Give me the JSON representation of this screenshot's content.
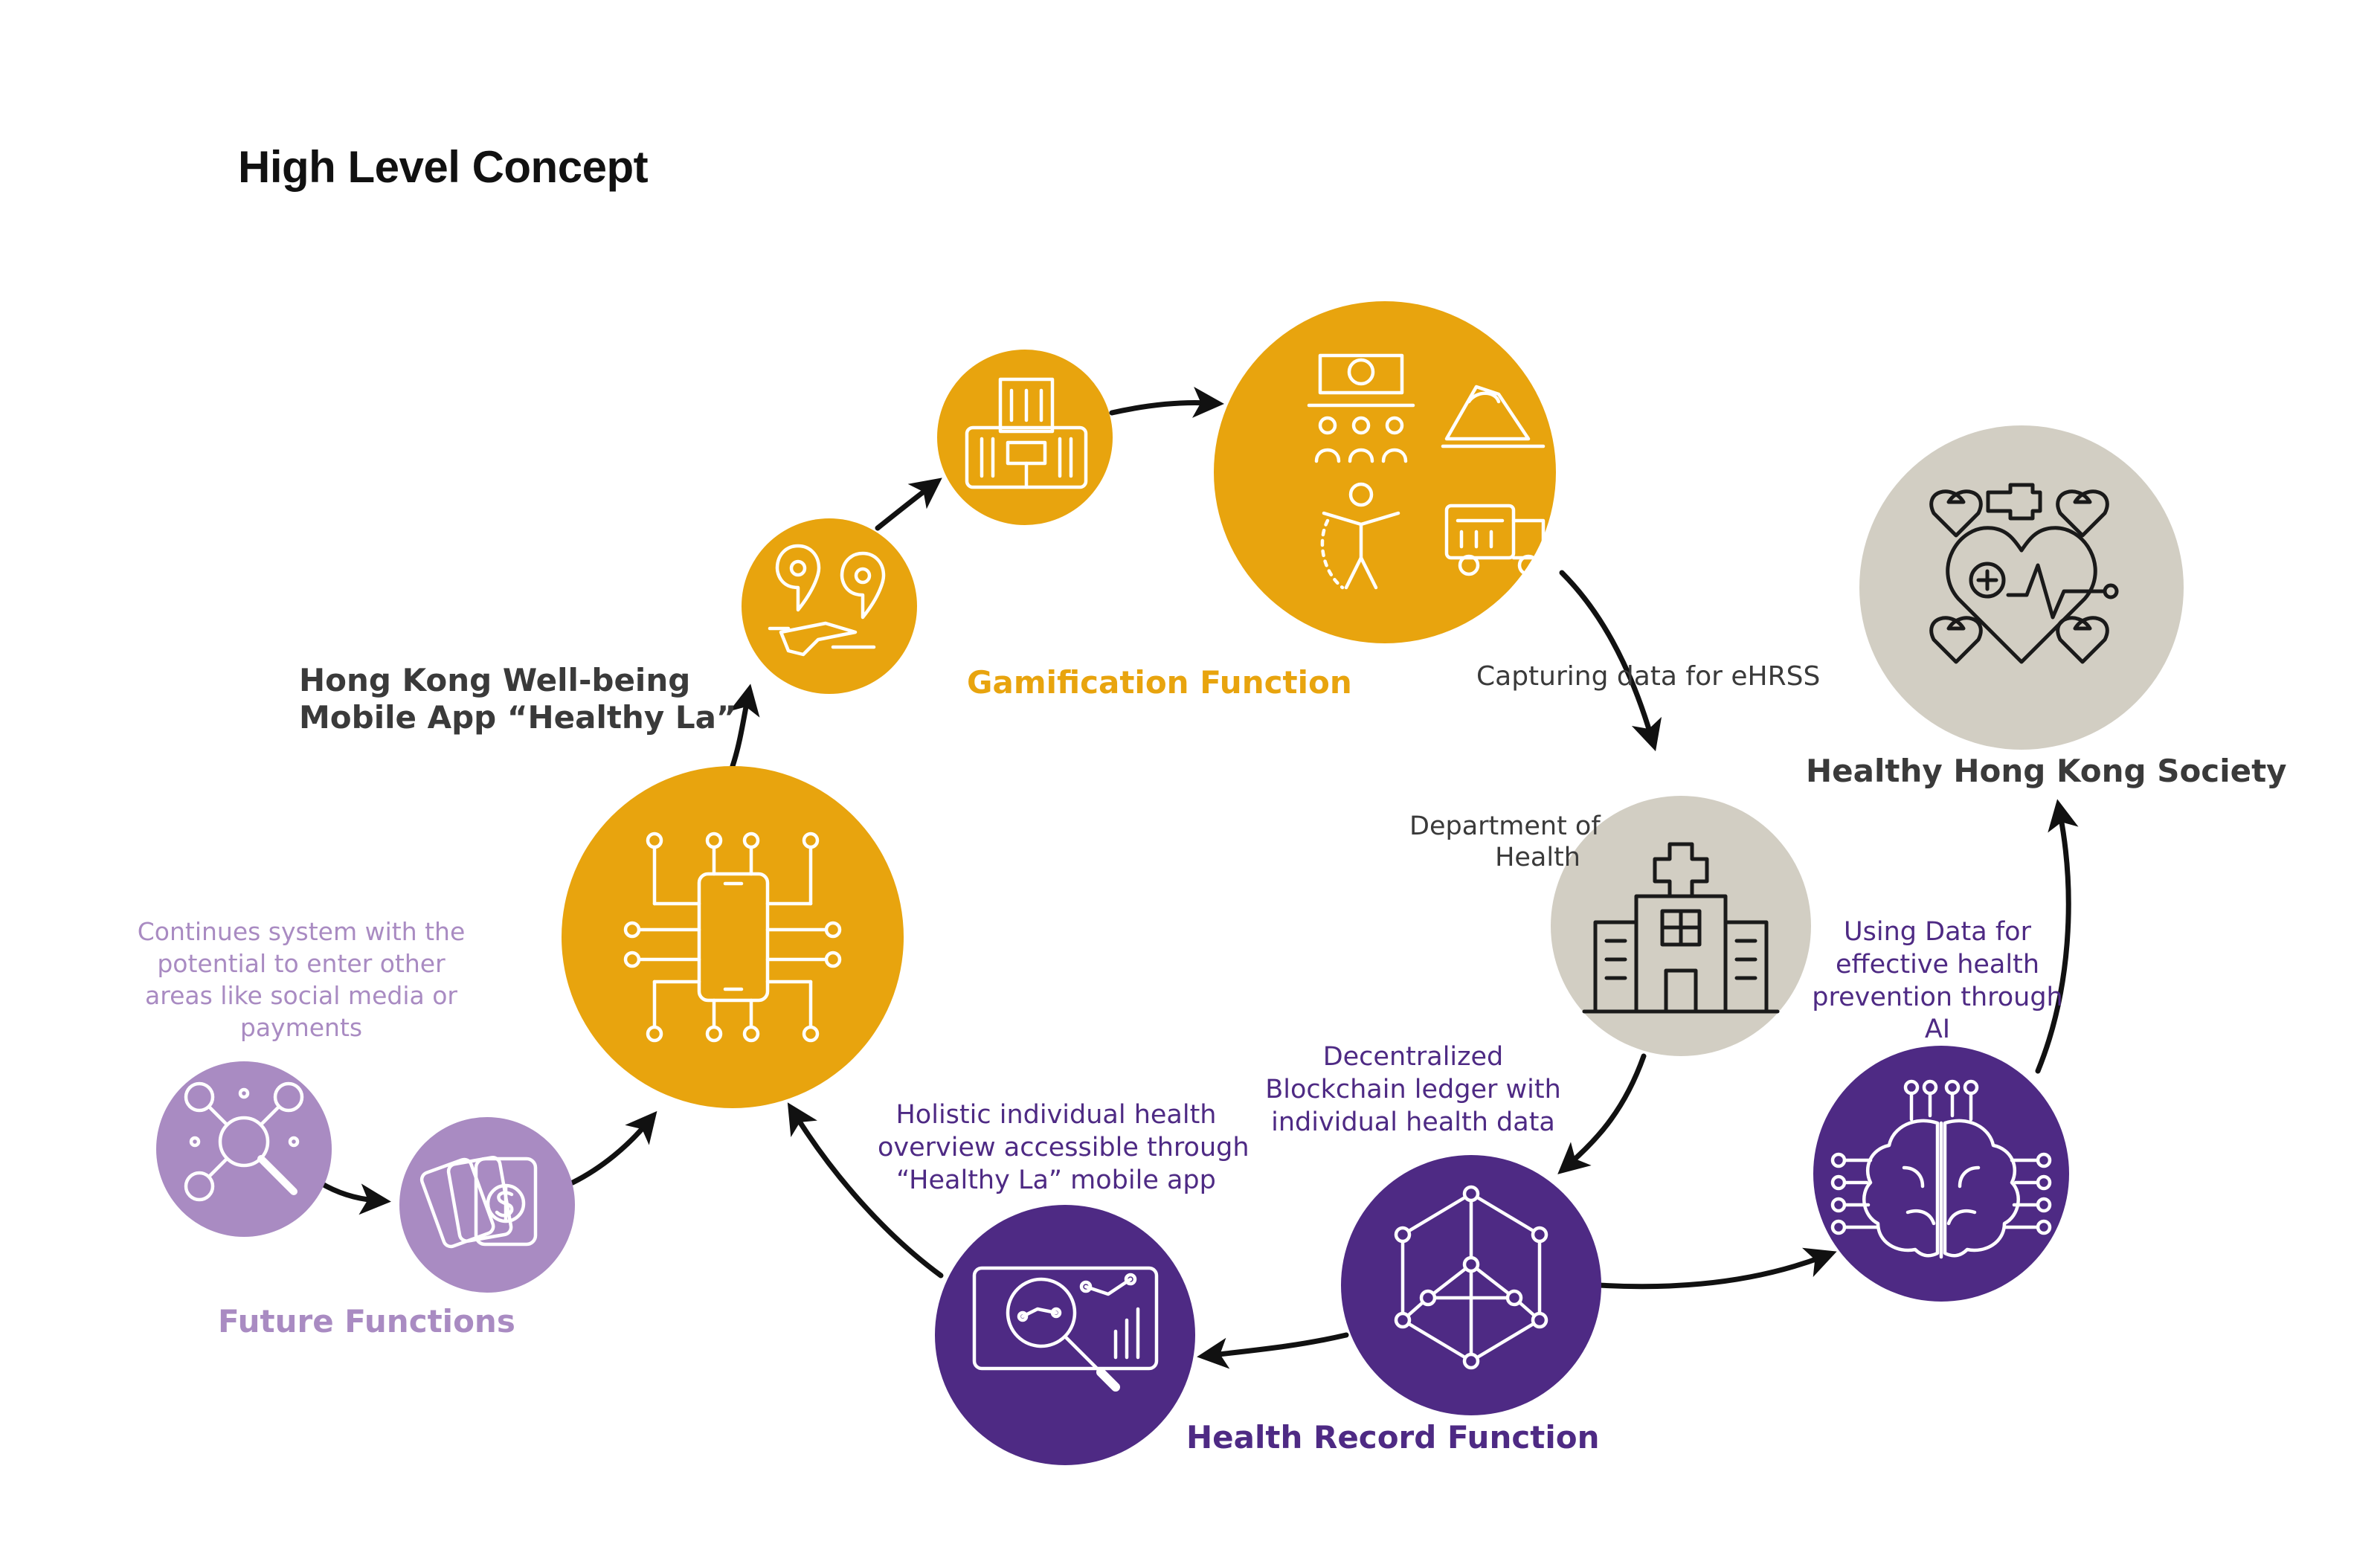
{
  "title": "High Level Concept",
  "colors": {
    "gold": "#E8A40E",
    "purple": "#4E2A84",
    "lilac": "#A98BC2",
    "grey": "#D2CEC3",
    "text_dark": "#3A3A3A",
    "arrow": "#111111"
  },
  "labels": {
    "app_name": [
      "Hong Kong Well-being",
      "Mobile App “Healthy La”"
    ],
    "gamification": "Gamification Function",
    "capturing": "Capturing data for eHRSS",
    "department": [
      "Department of",
      "Health"
    ],
    "healthy_society": "Healthy Hong Kong Society",
    "using_data": [
      "Using Data for",
      "effective health",
      "prevention through",
      "AI"
    ],
    "blockchain": [
      "Decentralized",
      "Blockchain ledger with",
      "individual health data"
    ],
    "holistic": [
      "Holistic individual health",
      "overview accessible through",
      "“Healthy La” mobile app"
    ],
    "health_record": "Health Record Function",
    "continues": [
      "Continues system with the",
      "potential to enter other",
      "areas like social media or",
      "payments"
    ],
    "future": "Future Functions"
  },
  "nodes": [
    {
      "id": "app-hub",
      "icon": "smartphone-circuit-icon"
    },
    {
      "id": "location",
      "icon": "map-pins-icon"
    },
    {
      "id": "building",
      "icon": "building-icon"
    },
    {
      "id": "activities",
      "icon": "activities-icon"
    },
    {
      "id": "department",
      "icon": "hospital-icon"
    },
    {
      "id": "blockchain",
      "icon": "blockchain-cube-icon"
    },
    {
      "id": "analytics",
      "icon": "analytics-magnifier-icon"
    },
    {
      "id": "ai",
      "icon": "ai-brain-icon"
    },
    {
      "id": "society",
      "icon": "hearts-heartbeat-icon"
    },
    {
      "id": "network",
      "icon": "people-network-icon"
    },
    {
      "id": "payments",
      "icon": "payment-cards-icon"
    }
  ]
}
